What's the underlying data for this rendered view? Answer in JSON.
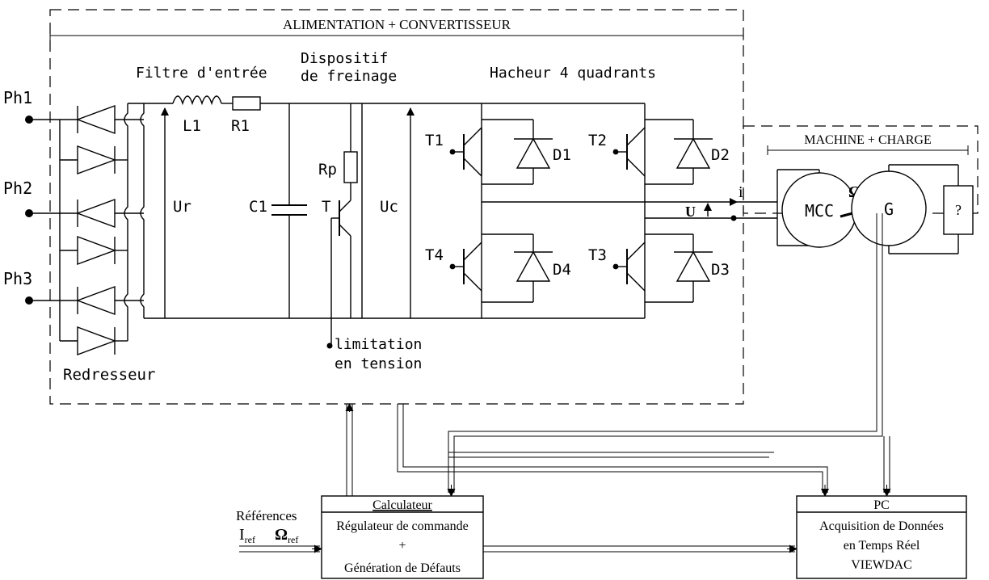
{
  "sections": {
    "supply_converter": "ALIMENTATION + CONVERTISSEUR",
    "machine_load": "MACHINE + CHARGE"
  },
  "phases": [
    "Ph1",
    "Ph2",
    "Ph3"
  ],
  "labels": {
    "rectifier": "Redresseur",
    "input_filter": "Filtre d'entrée",
    "braking_line1": "Dispositif",
    "braking_line2": "de freinage",
    "chopper": "Hacheur 4 quadrants",
    "voltage_limit_line1": "limitation",
    "voltage_limit_line2": "en tension"
  },
  "components": {
    "L1": "L1",
    "R1": "R1",
    "C1": "C1",
    "Ur": "Ur",
    "Uc": "Uc",
    "Rp": "Rp",
    "T": "T",
    "T1": "T1",
    "T2": "T2",
    "T3": "T3",
    "T4": "T4",
    "D1": "D1",
    "D2": "D2",
    "D3": "D3",
    "D4": "D4"
  },
  "machine": {
    "motor": "MCC",
    "generator": "G",
    "load": "?",
    "speed": "Ω",
    "current": "i",
    "voltage": "U"
  },
  "computer": {
    "title": "Calculateur",
    "line1": "Régulateur de commande",
    "line2": "+",
    "line3": "Génération de Défauts"
  },
  "pc": {
    "title": "PC",
    "line1": "Acquisition de Données",
    "line2": "en Temps Réel",
    "line3": "VIEWDAC"
  },
  "references": {
    "title": "Références",
    "iref_base": "I",
    "iref_sub": "ref",
    "wref_base": "Ω",
    "wref_sub": "ref"
  }
}
